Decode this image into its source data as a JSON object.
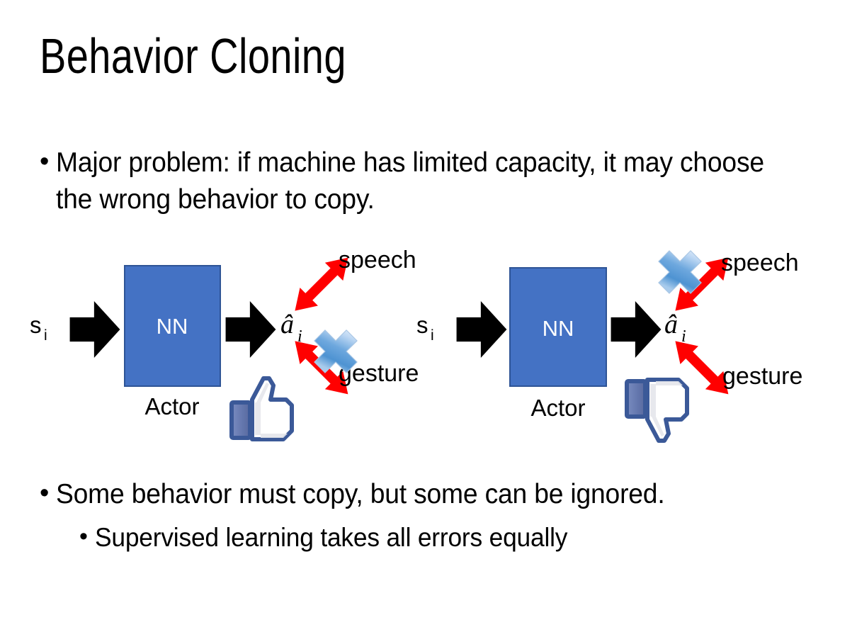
{
  "slide": {
    "title": "Behavior Cloning",
    "background_color": "#FFFFFF"
  },
  "bullets": {
    "top": [
      "Major problem: if machine has limited capacity, it may choose the wrong behavior to copy."
    ],
    "bottom": [
      {
        "level": 1,
        "text": "Some behavior must copy, but some can be ignored."
      },
      {
        "level": 2,
        "text": "Supervised learning takes all errors equally"
      }
    ],
    "marker": "•"
  },
  "diagram": {
    "colors": {
      "nn_fill": "#4472C4",
      "nn_stroke": "#2E5496",
      "arrow_black": "#000000",
      "arrow_red": "#FF0000",
      "cross_blue_light": "#CFE0F7",
      "cross_blue_mid": "#5B9BD5",
      "cross_blue_dark": "#2E75B6",
      "thumb_outline": "#3B5998",
      "thumb_fill": "#FFFFFF",
      "thumb_shade": "#E4E6EB",
      "thumb_cuff": "#6E80B3"
    },
    "panels": [
      {
        "id": "left",
        "input_label": "s",
        "input_sub": "i",
        "box_label": "NN",
        "box_caption": "Actor",
        "output_label": "â",
        "output_sub": "i",
        "branches": [
          {
            "name": "speech",
            "label": "speech",
            "crossed": false
          },
          {
            "name": "gesture",
            "label": "gesture",
            "crossed": true
          }
        ],
        "verdict_icon": "thumbs-up-icon",
        "verdict": "up"
      },
      {
        "id": "right",
        "input_label": "s",
        "input_sub": "i",
        "box_label": "NN",
        "box_caption": "Actor",
        "output_label": "â",
        "output_sub": "i",
        "branches": [
          {
            "name": "speech",
            "label": "speech",
            "crossed": true
          },
          {
            "name": "gesture",
            "label": "gesture",
            "crossed": false
          }
        ],
        "verdict_icon": "thumbs-down-icon",
        "verdict": "down"
      }
    ]
  }
}
